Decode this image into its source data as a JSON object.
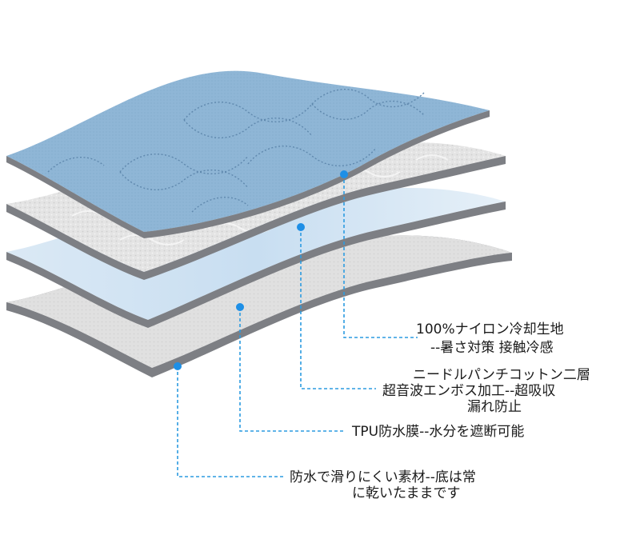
{
  "layers": [
    {
      "id": "top",
      "material": "quilted-nylon",
      "color": "#8cb4d4",
      "label_lines": [
        "100%ナイロン冷却生地",
        "--暑さ対策 接触冷感"
      ]
    },
    {
      "id": "second",
      "material": "embossed-cotton",
      "color": "#e6e6e6",
      "label_lines": [
        "ニードルパンチコットン二層",
        "超音波エンボス加工--超吸収",
        "漏れ防止"
      ]
    },
    {
      "id": "third",
      "material": "tpu-film",
      "color": "#d2e4f3",
      "label_lines": [
        "TPU防水膜--水分を遮断可能"
      ]
    },
    {
      "id": "bottom",
      "material": "non-slip-base",
      "color": "#e2e2e2",
      "label_lines": [
        "防水で滑りにくい素材--底は常",
        "に乾いたままです"
      ]
    }
  ],
  "colors": {
    "leader": "#2b9be0",
    "dot": "#1e8fe6",
    "edge": "#7d7f84",
    "quilt_stitch": "#5f88ad"
  }
}
